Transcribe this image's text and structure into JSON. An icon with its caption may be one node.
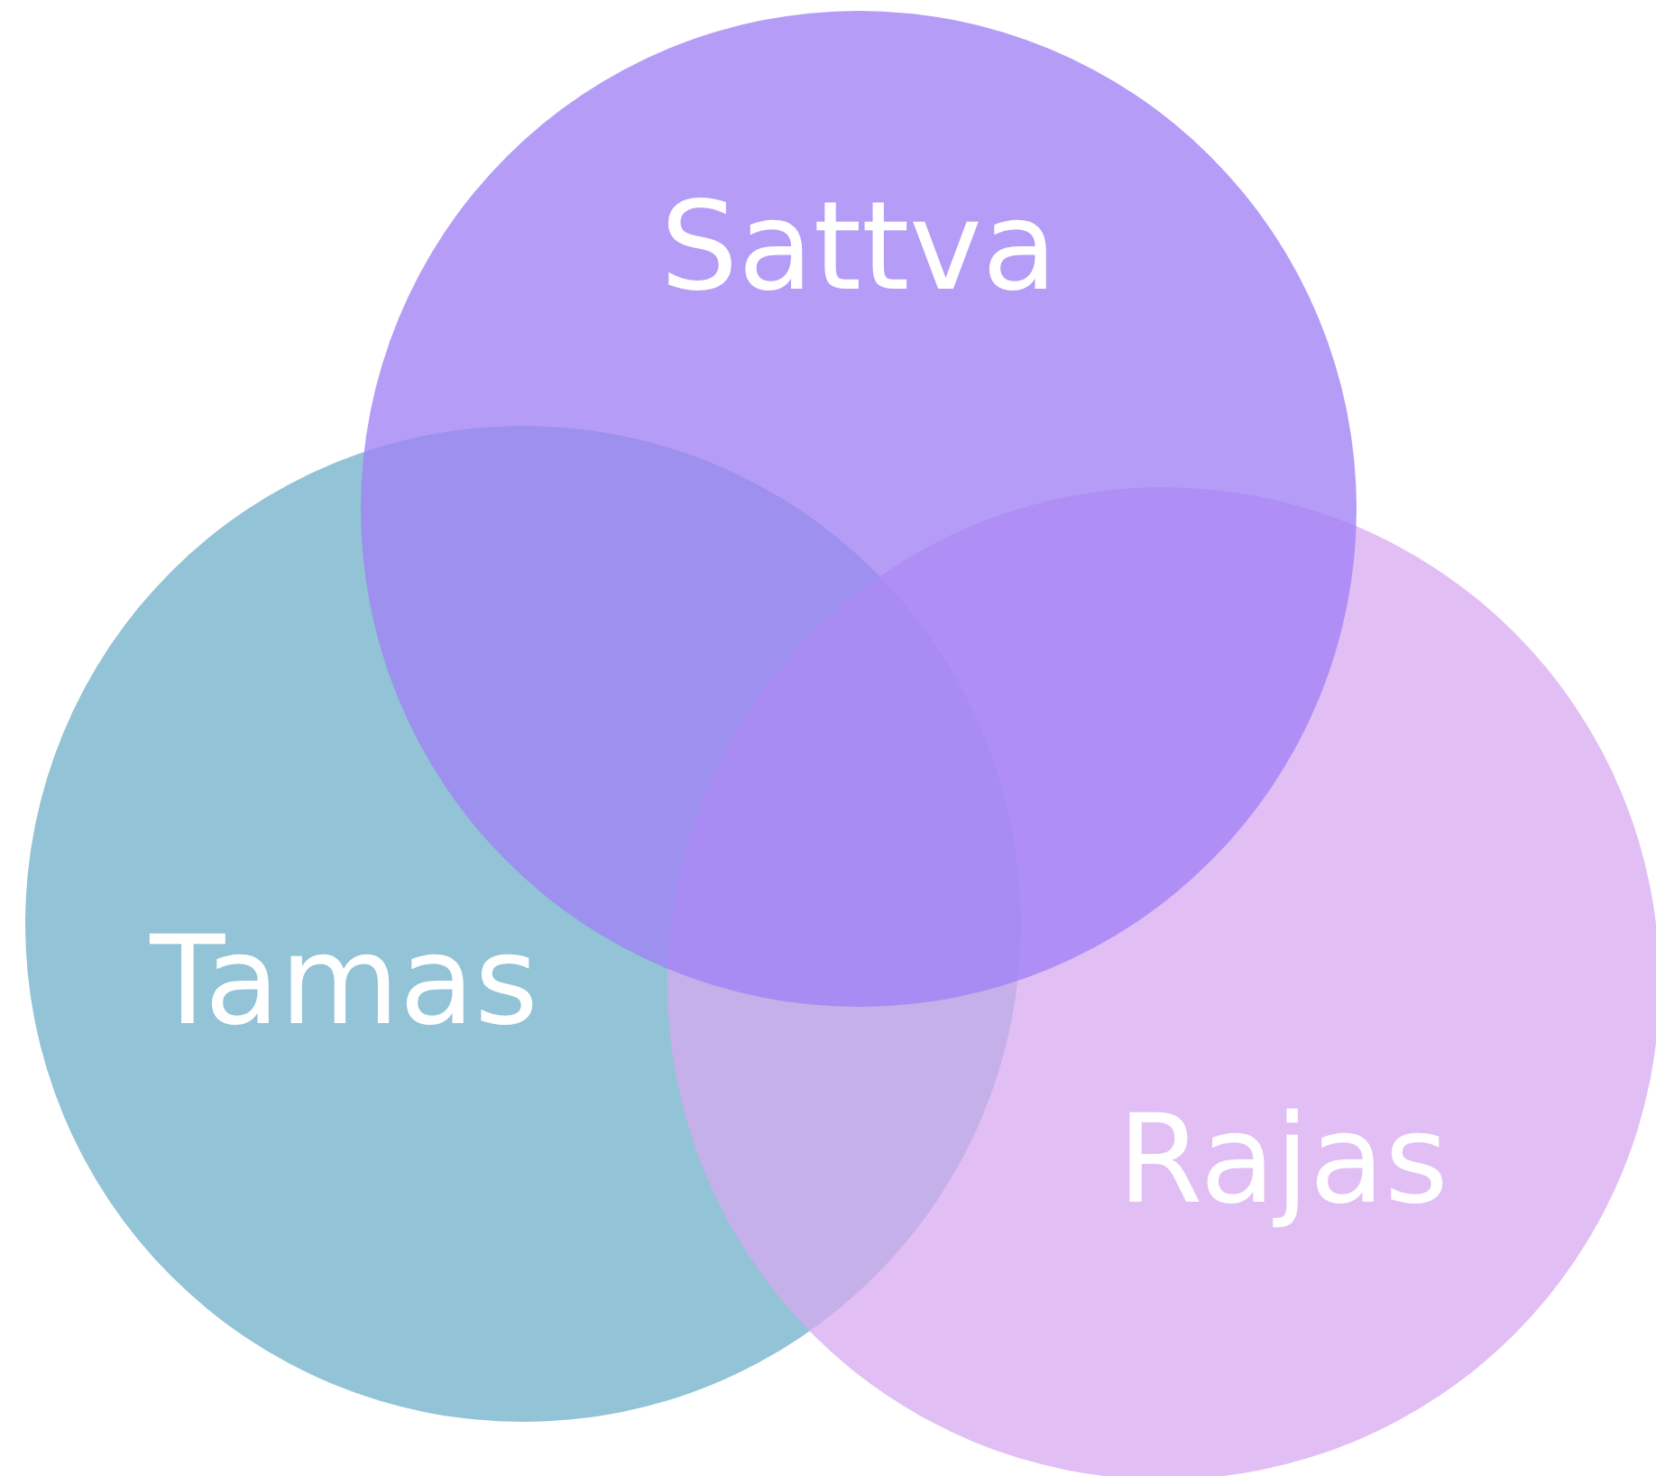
{
  "diagram": {
    "nodes": [
      {
        "text": [
          "Sattva"
        ]
      },
      {
        "text": [
          "Tamas"
        ]
      },
      {
        "text": [
          "Rajas"
        ]
      }
    ]
  }
}
